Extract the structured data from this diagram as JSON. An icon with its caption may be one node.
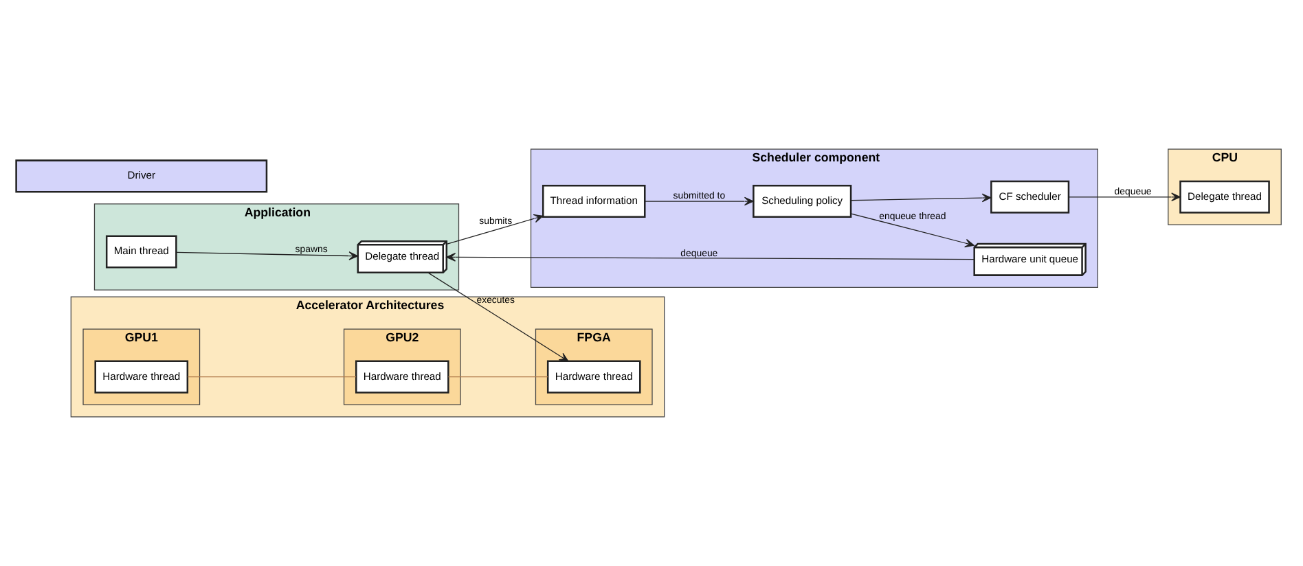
{
  "diagram": {
    "nodes": [
      {
        "text": [
          "Application"
        ]
      },
      {
        "text": [
          "Main thread"
        ],
        "in": 0
      },
      {
        "text": [
          "Delegate thread"
        ],
        "in": 0
      },
      {
        "text": [
          "Driver"
        ]
      },
      {
        "text": [
          "Accelerator Architectures"
        ]
      },
      {
        "text": [
          "GPU1"
        ],
        "in": 4
      },
      {
        "text": [
          "Hardware thread"
        ],
        "in": 5
      },
      {
        "text": [
          "GPU2"
        ],
        "in": 4
      },
      {
        "text": [
          "Hardware thread"
        ],
        "in": 7
      },
      {
        "text": [
          "FPGA"
        ],
        "in": 4
      },
      {
        "text": [
          "Hardware thread"
        ],
        "in": 9
      },
      {
        "text": [
          "CPU"
        ]
      },
      {
        "text": [
          "Delegate thread"
        ],
        "in": 11
      },
      {
        "text": [
          "Scheduler component"
        ]
      },
      {
        "text": [
          "Thread information"
        ],
        "in": 13
      },
      {
        "text": [
          "Scheduling policy"
        ],
        "in": 13
      },
      {
        "text": [
          "Hardware unit queue"
        ],
        "in": 13
      },
      {
        "text": [
          "CF scheduler"
        ],
        "in": 13
      }
    ],
    "edges": [
      {
        "from": 1,
        "to": 2,
        "arrow": "to",
        "label": "spawns"
      },
      {
        "from": 2,
        "to": 14,
        "arrow": "to",
        "label": "submits"
      },
      {
        "from": 14,
        "to": 15,
        "arrow": "to",
        "label": "submitted to"
      },
      {
        "from": 15,
        "to": 16,
        "arrow": "to",
        "label": "enqueue thread"
      },
      {
        "from": 16,
        "to": 2,
        "arrow": "to",
        "label": "dequeue"
      },
      {
        "from": 2,
        "to": 10,
        "arrow": "to",
        "label": "executes"
      },
      {
        "from": 15,
        "to": 17,
        "arrow": "to"
      },
      {
        "from": 17,
        "to": 12,
        "arrow": "to",
        "label": "dequeue"
      },
      {
        "from": 6,
        "to": 8,
        "arrow": "none",
        "color": "#b07a4a"
      },
      {
        "from": 8,
        "to": 10,
        "arrow": "none",
        "color": "#b07a4a"
      }
    ]
  }
}
